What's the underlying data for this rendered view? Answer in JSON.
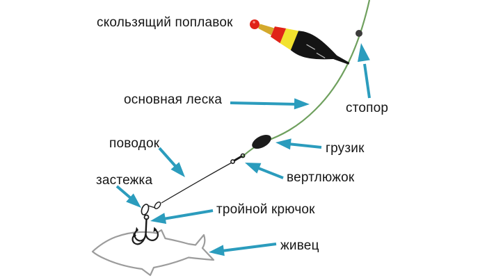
{
  "labels": {
    "sliding_float": "скользящий поплавок",
    "main_line": "основная леска",
    "stopper": "стопор",
    "sinker": "грузик",
    "leader": "поводок",
    "swivel": "вертлюжок",
    "clasp": "застежка",
    "treble_hook": "тройной крючок",
    "live_bait": "живец"
  },
  "colors": {
    "arrow": "#2b9cbd",
    "main_line": "#6fa05e",
    "leader_line": "#222222",
    "fish_outline": "#9c9c9c",
    "float_body": "#141414",
    "float_red": "#e02318",
    "float_yellow": "#f2e22e",
    "float_stem": "#d4a92c",
    "stopper_bead": "#3c3c3c",
    "text": "#161616",
    "background": "#ffffff"
  }
}
